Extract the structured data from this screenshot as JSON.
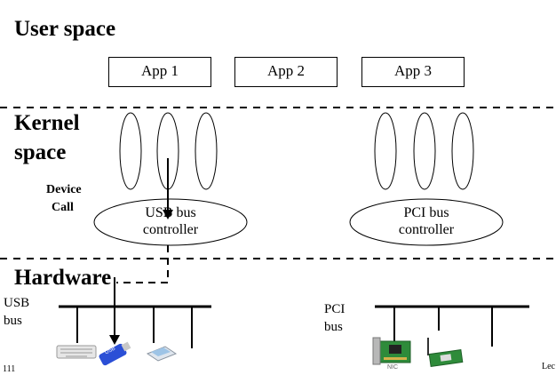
{
  "sections": {
    "user_space": "User space",
    "kernel_space_line1": "Kernel",
    "kernel_space_line2": "space",
    "hardware": "Hardware"
  },
  "apps": [
    "App 1",
    "App 2",
    "App 3"
  ],
  "device_call": {
    "line1": "Device",
    "line2": "Call"
  },
  "controllers": {
    "usb": {
      "line1": "USB bus",
      "line2": "controller"
    },
    "pci": {
      "line1": "PCI bus",
      "line2": "controller"
    }
  },
  "buses": {
    "usb": {
      "line1": "USB",
      "line2": "bus"
    },
    "pci": {
      "line1": "PCI",
      "line2": "bus"
    }
  },
  "devices": {
    "usb_drive_label": "USB",
    "nic_label": "NIC"
  },
  "footer": {
    "slide_number": "111",
    "right_text": "Lec"
  },
  "colors": {
    "line": "#000000",
    "usb_drive": "#2b4fd6",
    "nic_board": "#2e8b3a"
  }
}
